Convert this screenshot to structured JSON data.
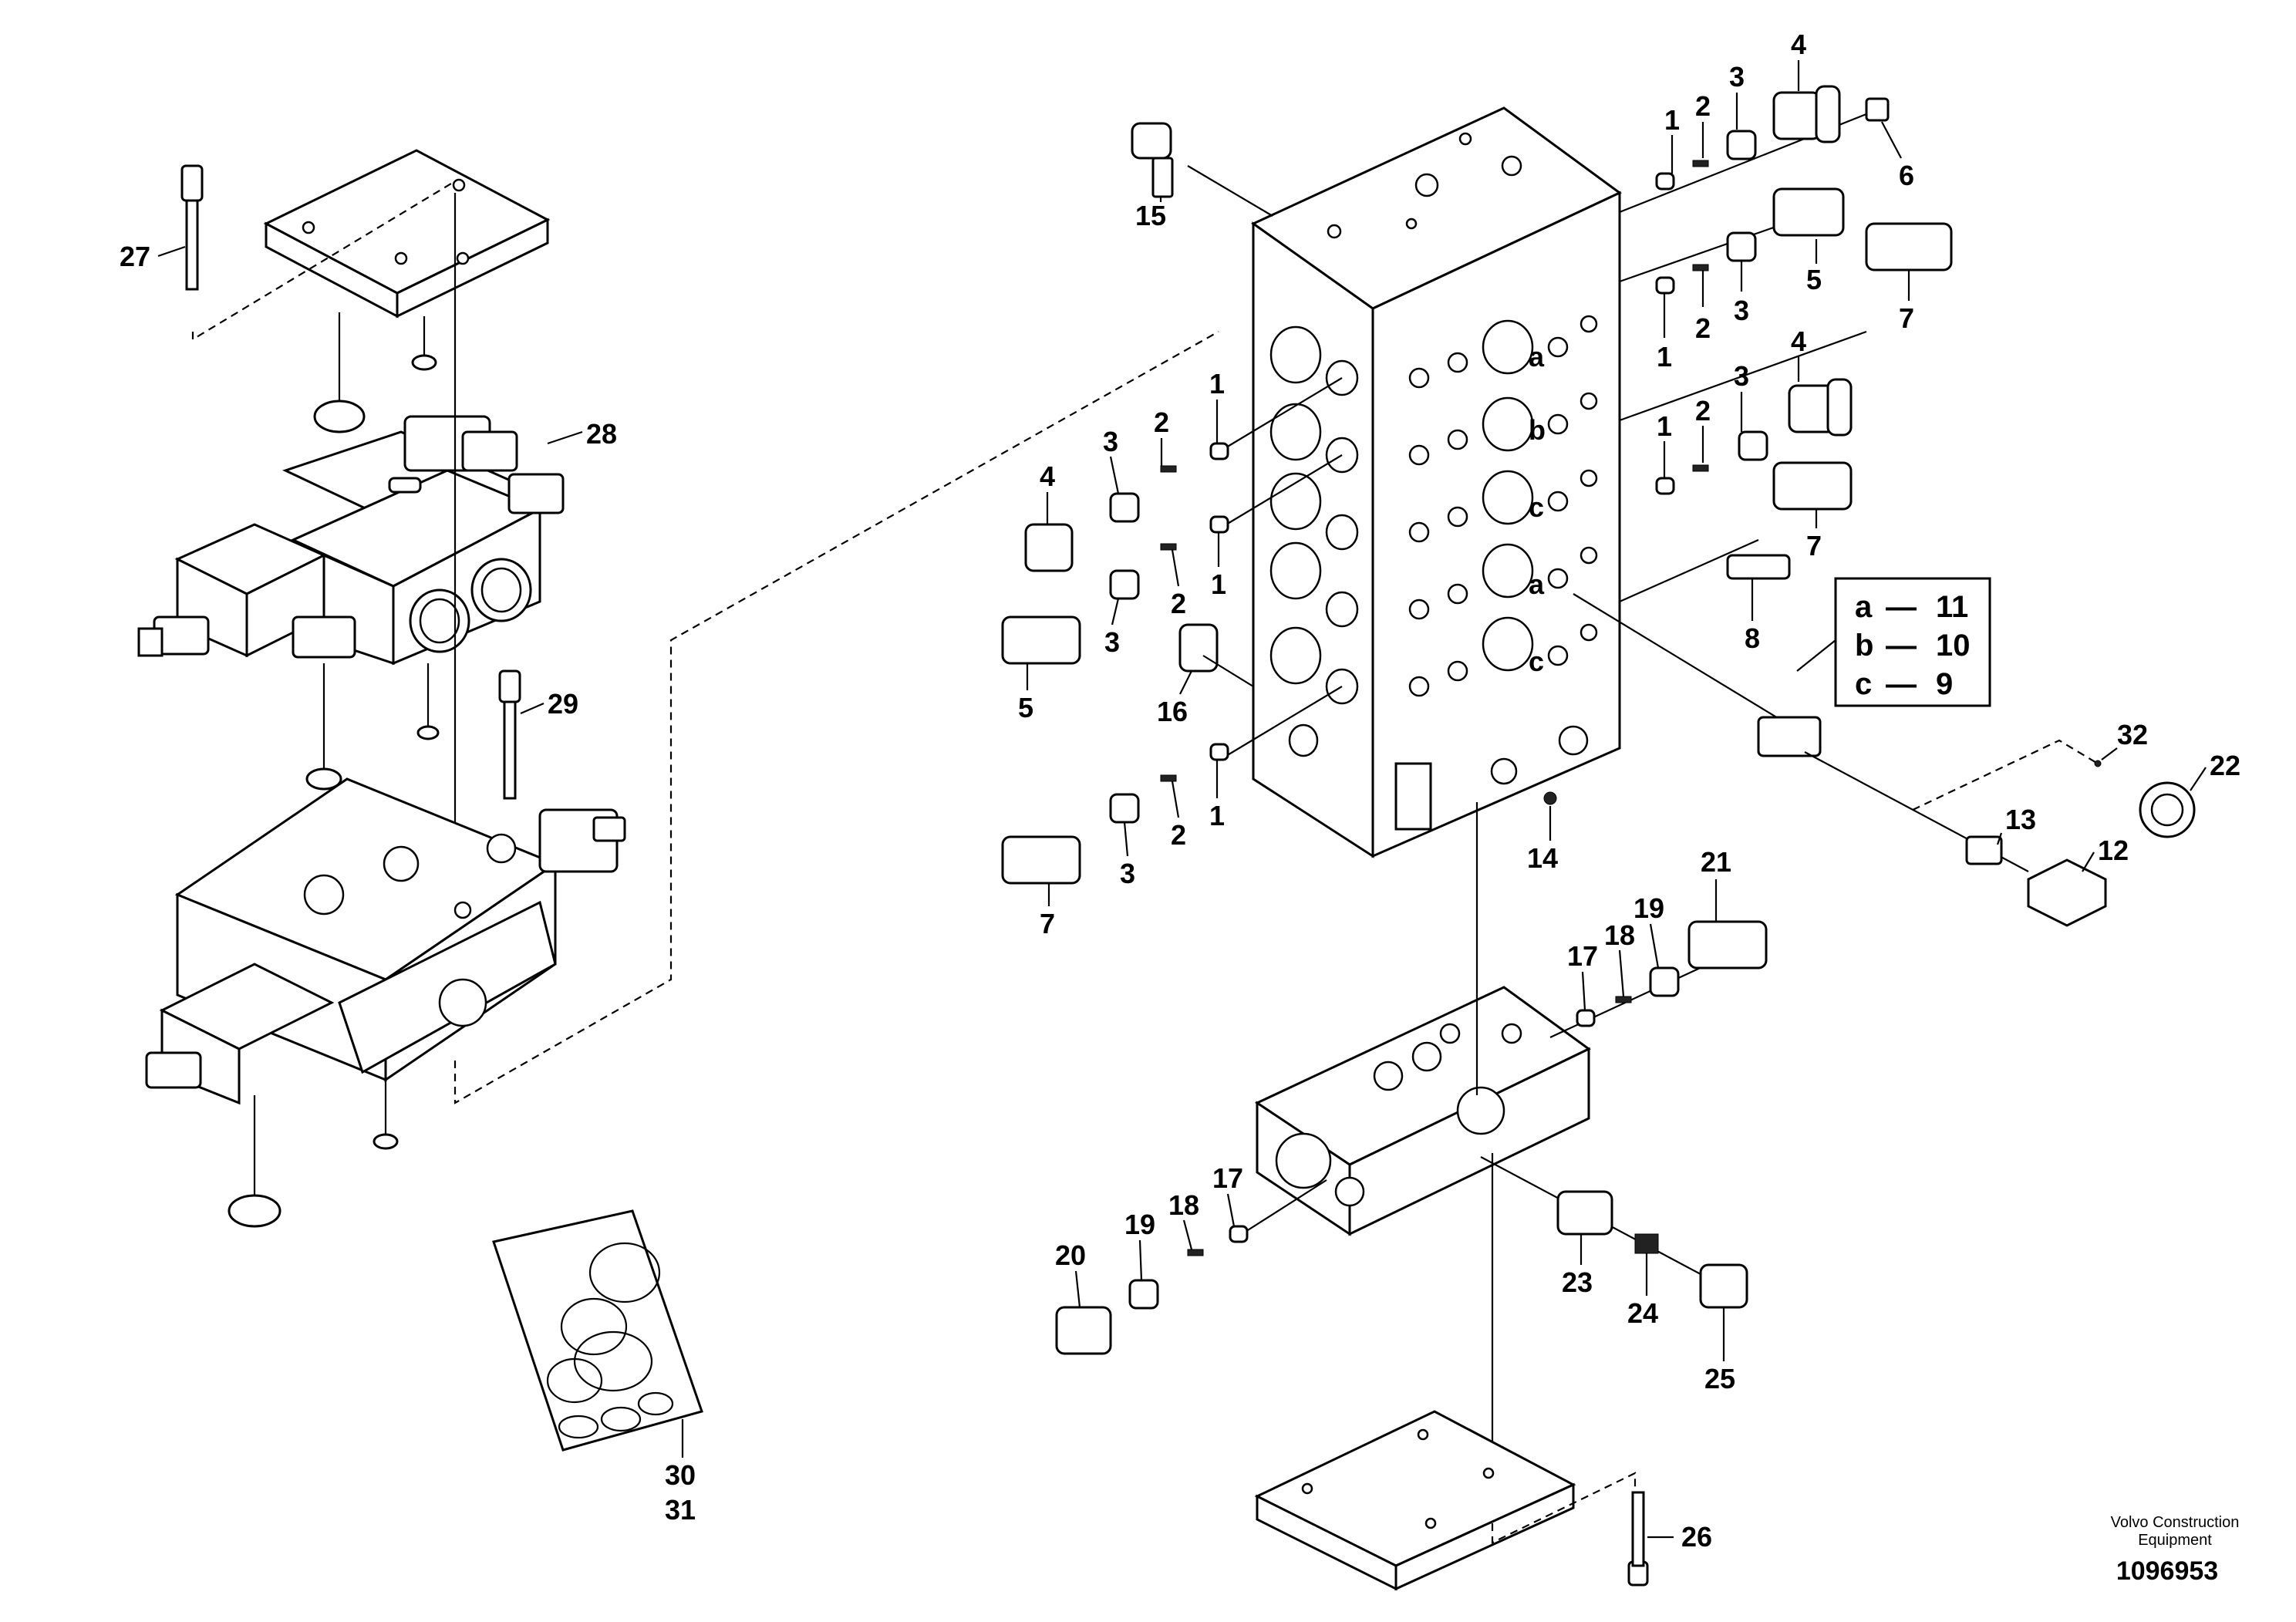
{
  "callouts": {
    "c1a": "1",
    "c2a": "2",
    "c3a": "3",
    "c4a": "4",
    "c6a": "6",
    "c15": "15",
    "c5a": "5",
    "c7a": "7",
    "c2b": "2",
    "c3b": "3",
    "c1b": "1",
    "c4b": "4",
    "c3c": "3",
    "c2c": "2",
    "c1c": "1",
    "c7b": "7",
    "c8": "8",
    "c1d": "1",
    "c2d": "2",
    "c3d": "3",
    "c4d": "4",
    "c1e": "1",
    "c2e": "2",
    "c3e": "3",
    "c5b": "5",
    "c16": "16",
    "c1f": "1",
    "c2f": "2",
    "c3f": "3",
    "c7c": "7",
    "c14": "14",
    "c32": "32",
    "c22": "22",
    "c13": "13",
    "c12": "12",
    "c21": "21",
    "c19a": "19",
    "c18a": "18",
    "c17a": "17",
    "c17b": "17",
    "c18b": "18",
    "c19b": "19",
    "c20": "20",
    "c23": "23",
    "c24": "24",
    "c25": "25",
    "c26": "26",
    "c27": "27",
    "c28": "28",
    "c29": "29",
    "c30": "30",
    "c31": "31",
    "port_a1": "a",
    "port_b": "b",
    "port_c1": "c",
    "port_a2": "a",
    "port_c2": "c"
  },
  "legend": [
    {
      "key": "a",
      "dash": "—",
      "value": "11"
    },
    {
      "key": "b",
      "dash": "—",
      "value": "10"
    },
    {
      "key": "c",
      "dash": "—",
      "value": "9"
    }
  ],
  "footer": {
    "manufacturer_line1": "Volvo Construction",
    "manufacturer_line2": "Equipment",
    "document_number": "1096953"
  }
}
